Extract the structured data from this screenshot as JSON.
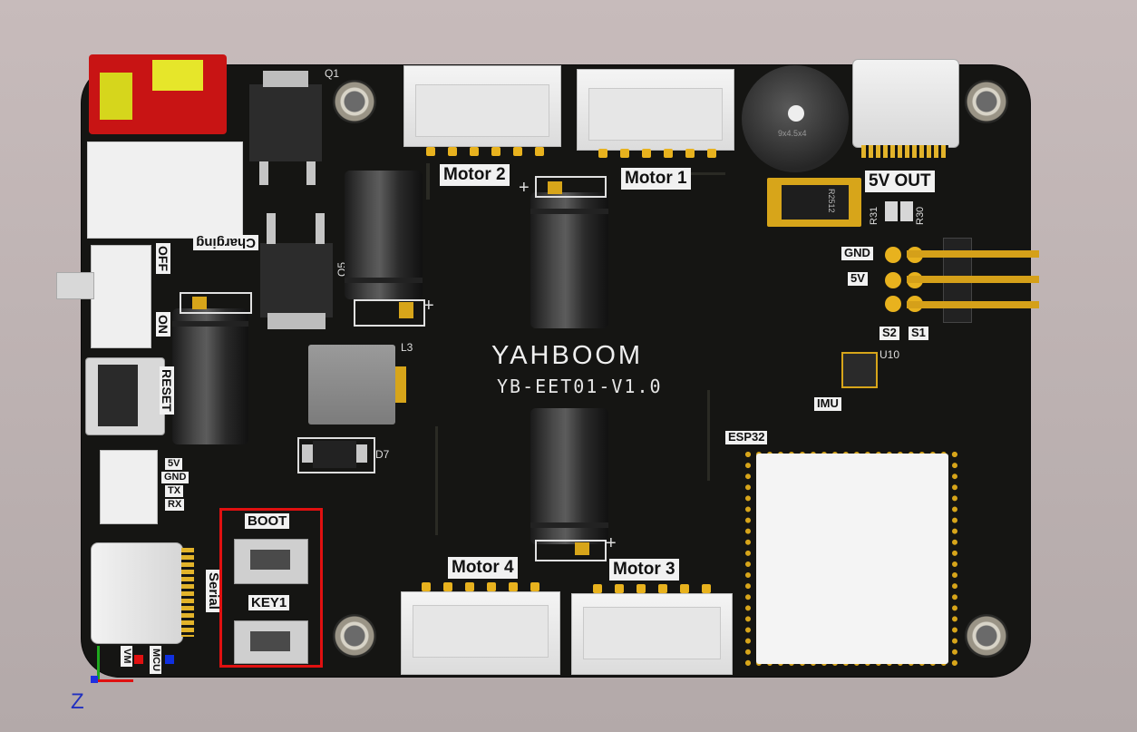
{
  "board": {
    "name": "YAHBOOM",
    "model": "YB-EET01-V1.0",
    "colors": {
      "pcb": "#151513",
      "silk": "#f1f1f1",
      "pad": "#d7a51a",
      "background": "#c0b5b5",
      "highlight": "#e01010"
    }
  },
  "labels": {
    "motor1": "Motor 1",
    "motor2": "Motor 2",
    "motor3": "Motor 3",
    "motor4": "Motor 4",
    "out5v": "5V OUT",
    "gnd": "GND",
    "v5": "5V",
    "s2": "S2",
    "s1": "S1",
    "imu": "IMU",
    "esp32": "ESP32",
    "boot": "BOOT",
    "key1": "KEY1",
    "serial": "Serial",
    "charging": "Charging",
    "off": "OFF",
    "on": "ON",
    "reset": "RESET",
    "uart_5v": "5V",
    "uart_gnd": "GND",
    "uart_tx": "TX",
    "uart_rx": "RX",
    "vm": "VM",
    "mcu": "MCU"
  },
  "refs": {
    "q1": "Q1",
    "q5": "Q5",
    "l3": "L3",
    "d7": "D7",
    "u10": "U10",
    "r31": "R31",
    "r30": "R30",
    "r2512": "R2512",
    "buzzer": "9x4.5x4",
    "c_minus": "-",
    "plus1": "+",
    "plus2": "+",
    "plus3": "+"
  },
  "axis": {
    "z": "Z"
  }
}
